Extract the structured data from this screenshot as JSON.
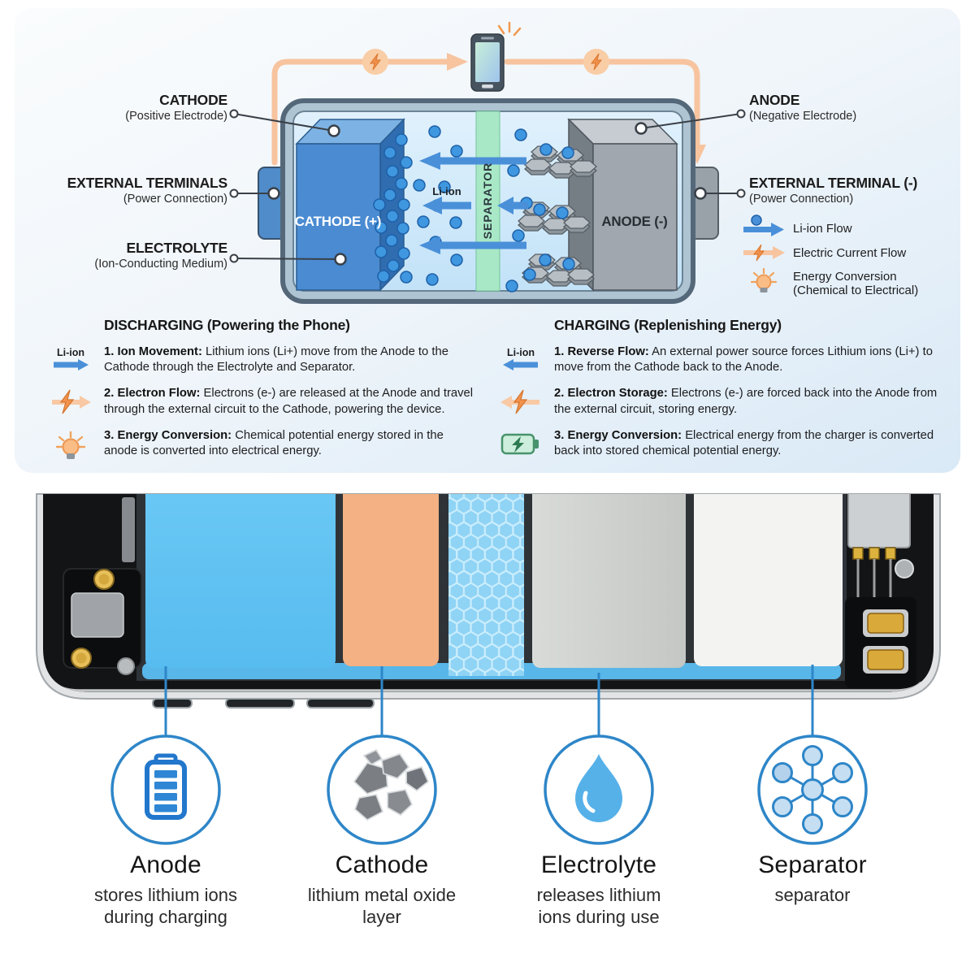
{
  "top": {
    "left_labels": [
      {
        "title": "CATHODE",
        "subtitle": "(Positive Electrode)"
      },
      {
        "title": "EXTERNAL TERMINALS",
        "subtitle": "(Power Connection)"
      },
      {
        "title": "ELECTROLYTE",
        "subtitle": "(Ion-Conducting Medium)"
      }
    ],
    "right_labels": [
      {
        "title": "ANODE",
        "subtitle": "(Negative Electrode)"
      },
      {
        "title": "EXTERNAL TERMINAL (-)",
        "subtitle": "(Power Connection)"
      }
    ],
    "cell": {
      "cathode_label": "CATHODE (+)",
      "anode_label": "ANODE (-)",
      "separator_label": "SEPARATOR",
      "li_ion_label": "Li-ion"
    },
    "legend": [
      {
        "icon": "li-ion-flow-arrow",
        "label": "Li-ion Flow"
      },
      {
        "icon": "electric-current-arrow",
        "label": "Electric Current Flow"
      },
      {
        "icon": "energy-conversion-bulb",
        "label": "Energy Conversion",
        "label2": "(Chemical to Electrical)"
      }
    ]
  },
  "discharging": {
    "title": "DISCHARGING (Powering the Phone)",
    "items": [
      {
        "num": "1.",
        "bold": "Ion Movement:",
        "text": " Lithium ions (Li+) move from the Anode to the Cathode through the Electrolyte and Separator.",
        "icon": "li-ion-arrow-right",
        "icon_label": "Li-ion"
      },
      {
        "num": "2.",
        "bold": "Electron Flow:",
        "text": " Electrons (e-) are released at the Anode and travel through the external circuit to the Cathode, powering the device.",
        "icon": "electric-current-arrow-right"
      },
      {
        "num": "3.",
        "bold": "Energy Conversion:",
        "text": " Chemical potential energy stored in the anode is converted into electrical energy.",
        "icon": "lightbulb"
      }
    ]
  },
  "charging": {
    "title": "CHARGING (Replenishing Energy)",
    "items": [
      {
        "num": "1.",
        "bold": "Reverse Flow:",
        "text": " An external power source forces Lithium ions (Li+) to move from the Cathode back to the Anode.",
        "icon": "li-ion-arrow-left",
        "icon_label": "Li-ion"
      },
      {
        "num": "2.",
        "bold": "Electron Storage:",
        "text": " Electrons (e-) are forced back into the Anode from the external circuit, storing energy.",
        "icon": "electric-current-arrow-left"
      },
      {
        "num": "3.",
        "bold": "Energy Conversion:",
        "text": " Electrical energy from the charger is converted back into stored chemical potential energy.",
        "icon": "charging-battery"
      }
    ]
  },
  "bottom": {
    "parts": [
      {
        "name": "Anode",
        "desc": "stores lithium ions during charging",
        "icon": "battery-icon"
      },
      {
        "name": "Cathode",
        "desc": "lithium metal oxide layer",
        "icon": "rocks-icon"
      },
      {
        "name": "Electrolyte",
        "desc": "releases lithium ions during use",
        "icon": "droplet-icon"
      },
      {
        "name": "Separator",
        "desc": "separator",
        "icon": "molecule-icon"
      }
    ]
  },
  "colors": {
    "accent_blue": "#2e86c8",
    "ion_blue": "#4a90d9",
    "circuit_orange": "#f7c49f",
    "separator_green": "#a9e8c6",
    "cathode_blue": "#4a8bd2",
    "anode_gray": "#a0a7ae",
    "layer_blue": "#64c2f0",
    "layer_orange": "#f3b184"
  }
}
